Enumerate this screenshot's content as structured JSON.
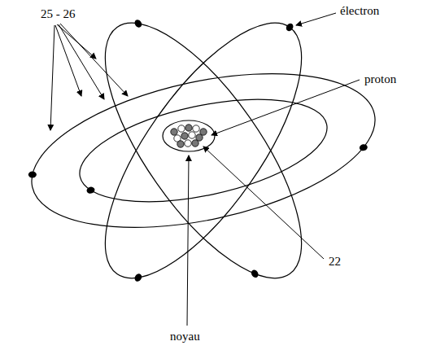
{
  "diagram": {
    "labels": [
      "25 - 26",
      "électron",
      "proton",
      "22",
      "noyau"
    ]
  }
}
